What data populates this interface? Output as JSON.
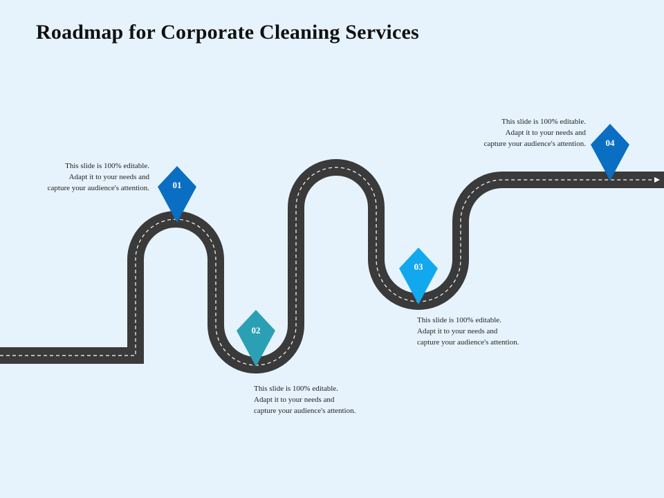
{
  "title": "Roadmap for Corporate Cleaning Services",
  "colors": {
    "background": "#e6f3fc",
    "road": "#3a3a3a",
    "lane": "#ffffff",
    "marker_1": "#0a6fc2",
    "marker_2": "#2ba0b4",
    "marker_3": "#12a8ee",
    "marker_4": "#0a6fc2"
  },
  "milestones": [
    {
      "number": "01",
      "text": "This slide is 100% editable. Adapt it to your needs and capture your audience's attention."
    },
    {
      "number": "02",
      "text": "This slide is 100% editable. Adapt it to your needs and capture your audience's attention."
    },
    {
      "number": "03",
      "text": "This slide is 100% editable. Adapt it to your needs and capture your audience's attention."
    },
    {
      "number": "04",
      "text": "This slide is 100% editable. Adapt it to your needs and capture your audience's attention."
    }
  ]
}
